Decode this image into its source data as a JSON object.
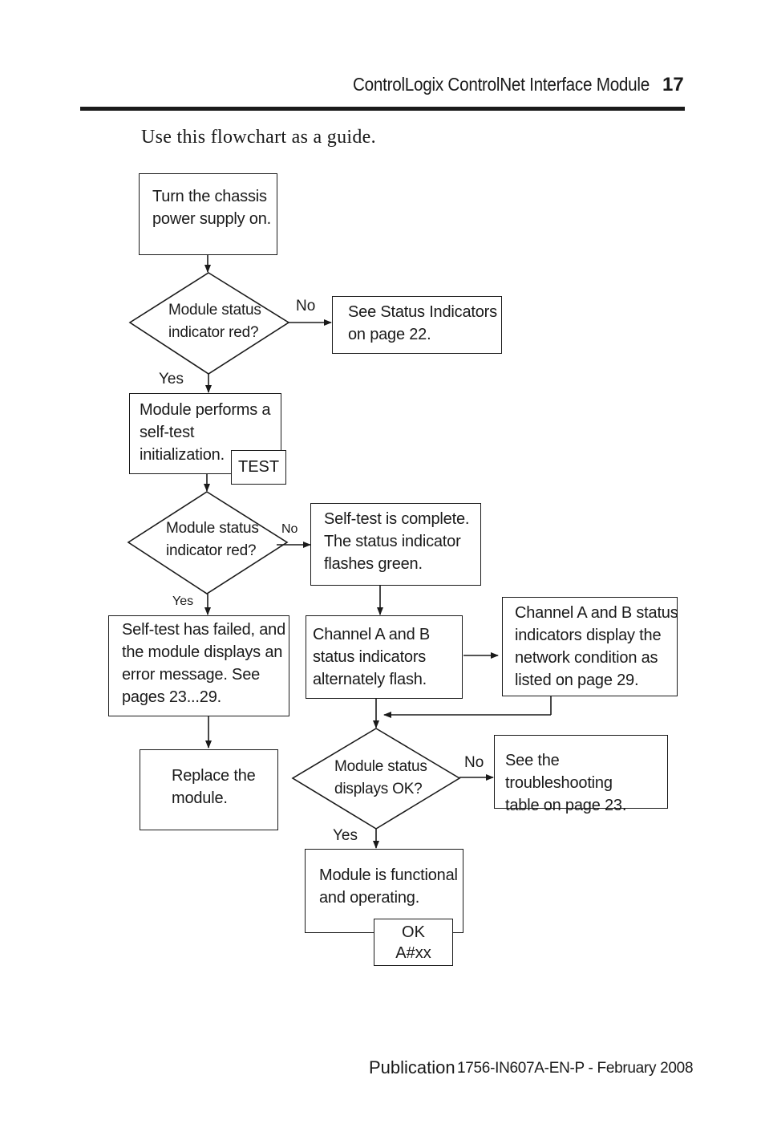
{
  "header": {
    "title": "ControlLogix ControlNet Interface Module",
    "page_number": "17"
  },
  "intro": "Use this flowchart as a guide.",
  "flowchart": {
    "power_on": "Turn the chassis\npower supply on.",
    "decision_red_1": "Module status\nindicator red?",
    "see_status_indicators": "See Status Indicators\non page 22.",
    "self_test": "Module performs a\nself-test\ninitialization.",
    "test_badge": "TEST",
    "decision_red_2": "Module status\nindicator red?",
    "self_test_complete": "Self-test is complete.\nThe status indicator\nflashes green.",
    "self_test_failed": "Self-test has failed, and\nthe module displays an\nerror message. See\npages 23...29.",
    "channel_flash": "Channel A and B\nstatus indicators\nalternately flash.",
    "channel_network": "Channel A and B status\nindicators display the\nnetwork condition as\nlisted on page 29.",
    "replace_module": "Replace the\nmodule.",
    "decision_ok": "Module status\ndisplays OK?",
    "see_troubleshooting": "See the troubleshooting\ntable on page 23.",
    "functional": "Module is functional\nand operating.",
    "ok_badge_line1": "OK",
    "ok_badge_line2": "A#xx",
    "labels": {
      "no_1": "No",
      "yes_1": "Yes",
      "no_2": "No",
      "yes_2": "Yes",
      "no_3": "No",
      "yes_3": "Yes"
    }
  },
  "footer": {
    "label": "Publication",
    "publication": "1756-IN607A-EN-P - February 2008"
  },
  "colors": {
    "ink": "#1a1a1a",
    "background": "#ffffff"
  }
}
